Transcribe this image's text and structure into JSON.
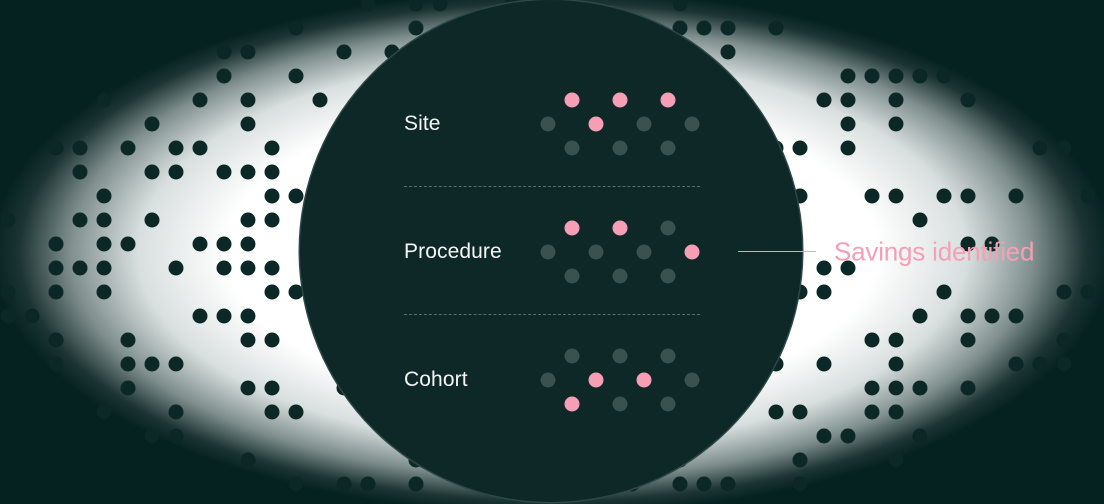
{
  "colors": {
    "background": "#052221",
    "disc": "#0d2827",
    "highlight": "#f59fb6",
    "muted_dot": "#3a5150",
    "text": "#f4f6f6"
  },
  "rows": [
    {
      "label": "Site",
      "dots": [
        [
          0,
          1,
          0
        ],
        [
          1,
          1,
          0
        ],
        [
          0,
          1,
          0
        ],
        [
          0,
          0,
          1
        ]
      ]
    },
    {
      "label": "Procedure",
      "dots": [
        [
          0,
          1,
          0
        ],
        [
          0,
          1,
          0
        ],
        [
          0,
          0,
          0
        ],
        [
          1,
          0,
          0
        ]
      ]
    },
    {
      "label": "Cohort",
      "dots": [
        [
          0,
          0,
          1
        ],
        [
          1,
          0,
          0
        ],
        [
          1,
          0,
          0
        ],
        [
          0,
          1,
          0
        ]
      ]
    }
  ],
  "callout": {
    "label": "Savings identified"
  }
}
